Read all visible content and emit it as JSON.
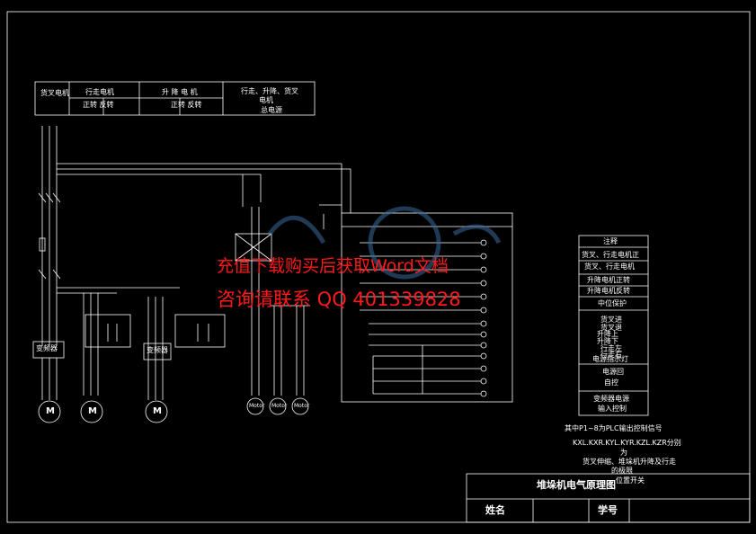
{
  "header_table": {
    "col1": "货叉电机",
    "col2_top": "行走电机",
    "col2_bottom": "正转 反转",
    "col3_top": "升 降 电 机",
    "col3_bottom": "正转  反转",
    "col4_top": "行走、升降、货叉",
    "col4_mid": "电机",
    "col4_bottom": "总电源"
  },
  "inverter_labels": [
    "变频器",
    "变频器"
  ],
  "motor_label": "M",
  "small_motor_label": "Motor",
  "legend": {
    "title": "注释",
    "items": [
      "货叉、行走电机正",
      "货叉、行走电机",
      "升降电机正转",
      "升降电机反转",
      "中位保护",
      "货叉进",
      "货叉退",
      "升降上",
      "升降下",
      "行走左",
      "行走右",
      "电源指示灯",
      "电源回",
      "自控",
      "变频器电源",
      "输入控制"
    ]
  },
  "notes": {
    "line1": "其中P1~8为PLC输出控制信号",
    "line2": "KXL.KXR.KYL.KYR.KZL.KZR分别",
    "line3": "为",
    "line4": "货叉伸缩、堆垛机升降及行走",
    "line5": "的极限",
    "line6": "位置开关"
  },
  "title_block": {
    "drawing_title": "堆垛机电气原理图",
    "name_label": "姓名",
    "id_label": "学号"
  },
  "watermark": {
    "line1": "充值下载购买后获取Word文档",
    "line2": "咨询请联系 QQ 401339828"
  },
  "colors": {
    "background": "#000000",
    "lines": "#ffffff",
    "watermark": "#ff1a1a"
  }
}
